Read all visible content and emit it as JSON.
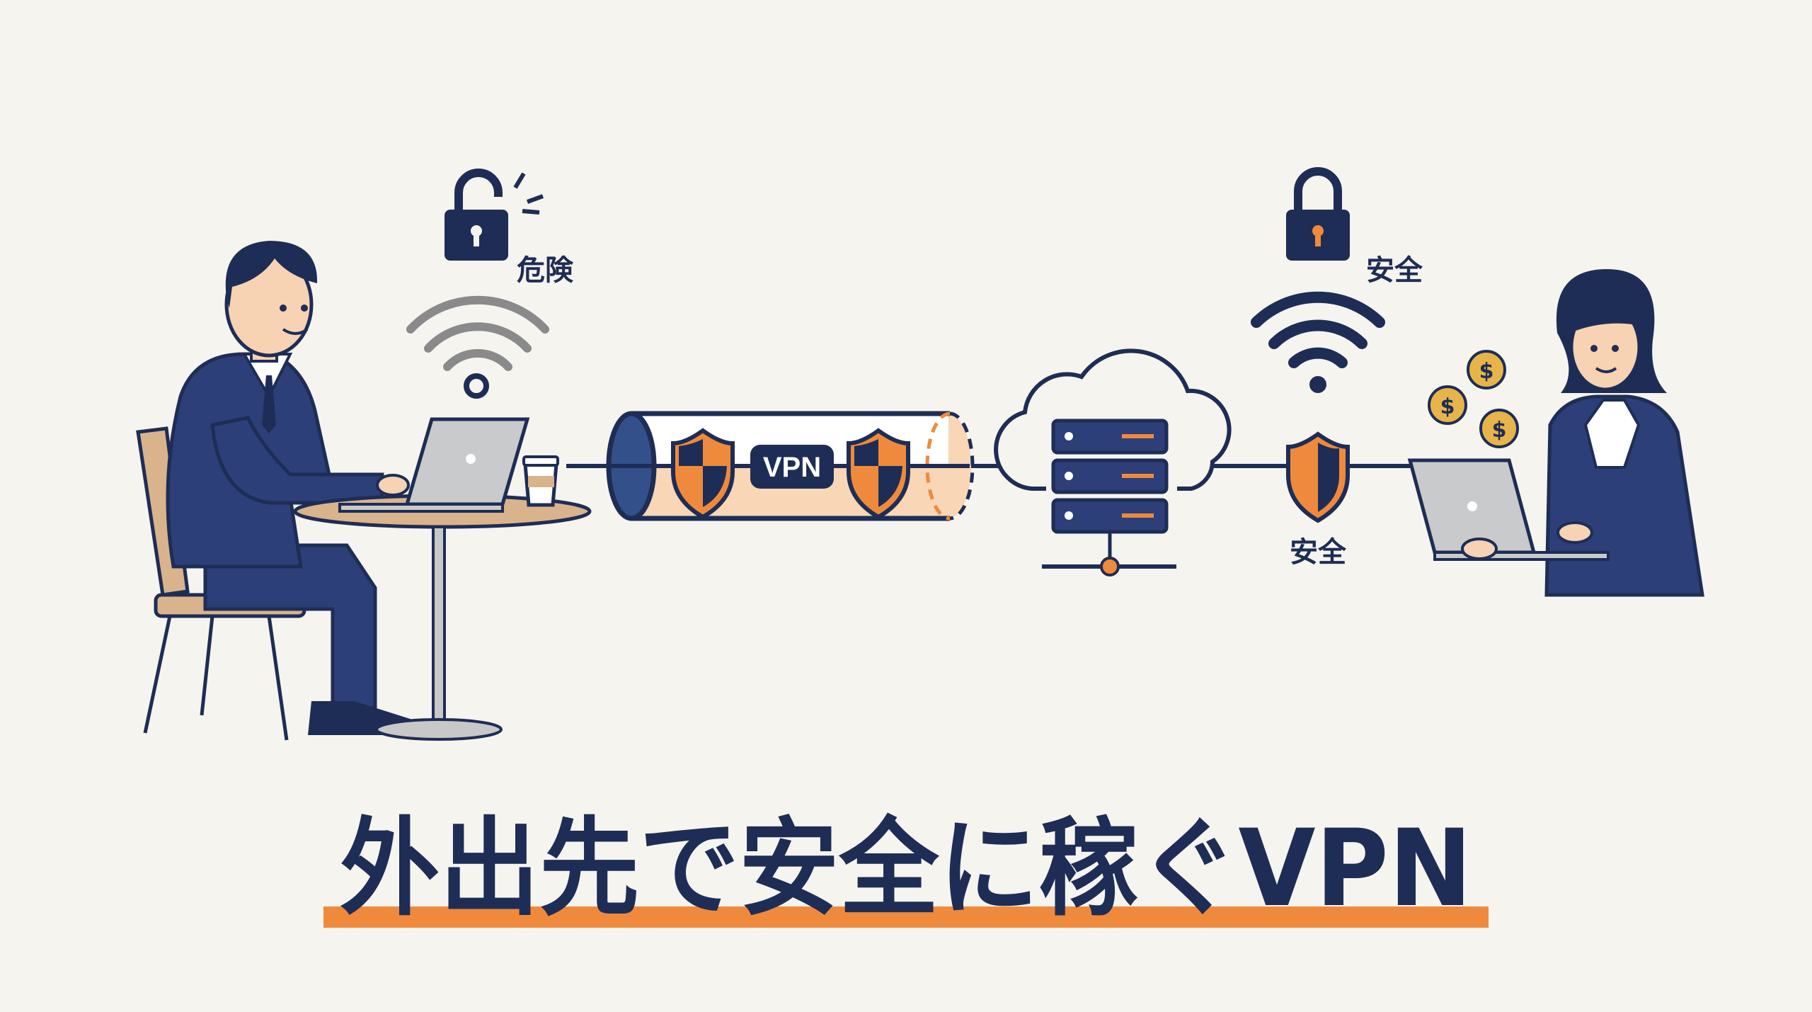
{
  "labels": {
    "danger": "危険",
    "safe_top": "安全",
    "safe_bottom": "安全",
    "vpn_badge": "VPN"
  },
  "title": "外出先で安全に稼ぐVPN",
  "coin_symbol": "$",
  "colors": {
    "navy": "#1e2d55",
    "orange": "#ef8a3c",
    "light_orange": "#f8d6b6",
    "background": "#f5f4ef",
    "wifi_unsafe": "#8a8a8a"
  }
}
